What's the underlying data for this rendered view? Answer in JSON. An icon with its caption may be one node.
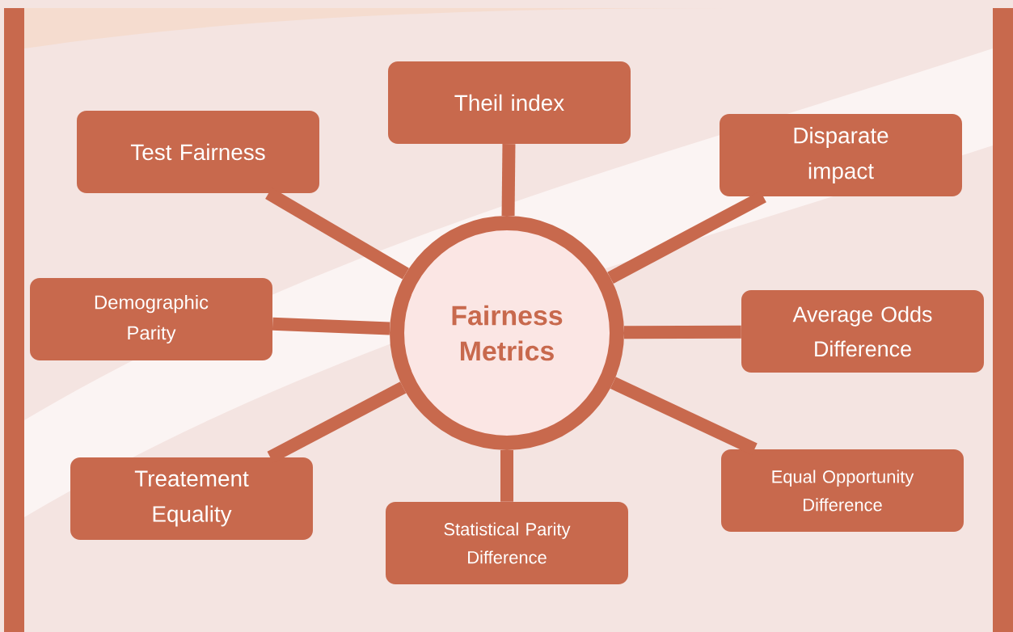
{
  "diagram": {
    "nodes": [
      {
        "text": [
          "Fairness Metrics"
        ]
      },
      {
        "text": [
          "Theil index"
        ]
      },
      {
        "text": [
          "Test Fairness"
        ]
      },
      {
        "text": [
          "Disparate impact"
        ]
      },
      {
        "text": [
          "Demographic Parity"
        ]
      },
      {
        "text": [
          "Average Odds Difference"
        ]
      },
      {
        "text": [
          "Treatement Equality"
        ]
      },
      {
        "text": [
          "Statistical Parity Difference"
        ]
      },
      {
        "text": [
          "Equal Opportunity Difference"
        ]
      }
    ],
    "edges": [
      {
        "from": 0,
        "to": 1,
        "arrow": "none"
      },
      {
        "from": 0,
        "to": 2,
        "arrow": "none"
      },
      {
        "from": 0,
        "to": 3,
        "arrow": "none"
      },
      {
        "from": 0,
        "to": 4,
        "arrow": "none"
      },
      {
        "from": 0,
        "to": 5,
        "arrow": "none"
      },
      {
        "from": 0,
        "to": 6,
        "arrow": "none"
      },
      {
        "from": 0,
        "to": 7,
        "arrow": "none"
      },
      {
        "from": 0,
        "to": 8,
        "arrow": "none"
      }
    ]
  }
}
